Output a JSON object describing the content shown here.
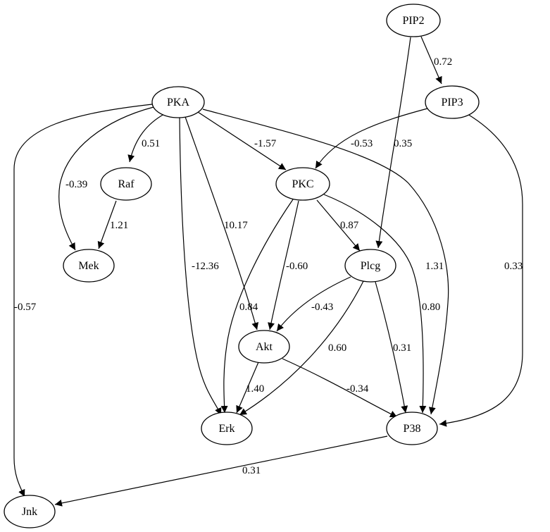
{
  "nodes": {
    "pip2": "PIP2",
    "pip3": "PIP3",
    "pka": "PKA",
    "raf": "Raf",
    "pkc": "PKC",
    "mek": "Mek",
    "plcg": "Plcg",
    "akt": "Akt",
    "erk": "Erk",
    "p38": "P38",
    "jnk": "Jnk"
  },
  "edges": [
    {
      "from": "PIP2",
      "to": "PIP3",
      "label": "0.72"
    },
    {
      "from": "PIP2",
      "to": "Plcg",
      "label": "0.35"
    },
    {
      "from": "PIP3",
      "to": "PKC",
      "label": "-0.53"
    },
    {
      "from": "PIP3",
      "to": "P38",
      "label": "0.33"
    },
    {
      "from": "PKA",
      "to": "Raf",
      "label": "0.51"
    },
    {
      "from": "PKA",
      "to": "PKC",
      "label": "-1.57"
    },
    {
      "from": "PKA",
      "to": "Mek",
      "label": "-0.39"
    },
    {
      "from": "PKA",
      "to": "Erk",
      "label": "-12.36"
    },
    {
      "from": "PKA",
      "to": "Akt",
      "label": "10.17"
    },
    {
      "from": "PKA",
      "to": "P38",
      "label": "1.31"
    },
    {
      "from": "PKA",
      "to": "Jnk",
      "label": "-0.57"
    },
    {
      "from": "Raf",
      "to": "Mek",
      "label": "1.21"
    },
    {
      "from": "PKC",
      "to": "Plcg",
      "label": "0.87"
    },
    {
      "from": "PKC",
      "to": "Akt",
      "label": "-0.60"
    },
    {
      "from": "PKC",
      "to": "Erk",
      "label": "0.84"
    },
    {
      "from": "PKC",
      "to": "P38",
      "label": "0.80"
    },
    {
      "from": "Plcg",
      "to": "Akt",
      "label": "-0.43"
    },
    {
      "from": "Plcg",
      "to": "Erk",
      "label": "0.60"
    },
    {
      "from": "Plcg",
      "to": "P38",
      "label": "0.31"
    },
    {
      "from": "Akt",
      "to": "Erk",
      "label": "1.40"
    },
    {
      "from": "Akt",
      "to": "P38",
      "label": "-0.34"
    },
    {
      "from": "P38",
      "to": "Jnk",
      "label": "0.31"
    }
  ]
}
